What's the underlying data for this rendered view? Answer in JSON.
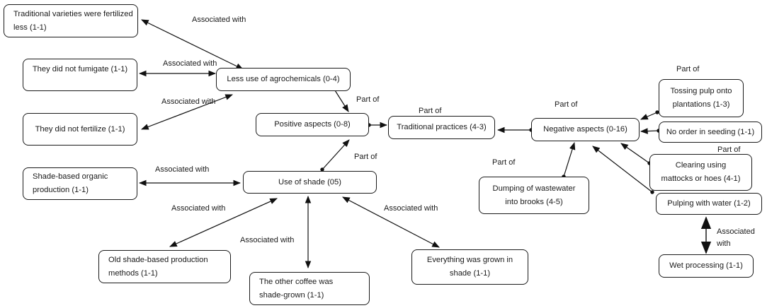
{
  "diagram": {
    "nodes": {
      "trad_varieties": "Traditional varieties were fertilized less (1-1)",
      "no_fumigate": "They did not fumigate (1-1)",
      "no_fertilize": "They did not fertilize (1-1)",
      "less_agro": "Less use of agrochemicals (0-4)",
      "positive": "Positive aspects (0-8)",
      "traditional": "Traditional practices (4-3)",
      "negative": "Negative aspects (0-16)",
      "tossing_pulp": "Tossing pulp onto plantations (1-3)",
      "no_order": "No order in seeding (1-1)",
      "clearing": "Clearing using mattocks or hoes (4-1)",
      "pulping": "Pulping with water (1-2)",
      "wet_processing": "Wet processing (1-1)",
      "dumping": "Dumping of wastewater into brooks (4-5)",
      "shade_organic": "Shade-based organic production (1-1)",
      "use_shade": "Use of shade (05)",
      "old_shade": "Old shade-based production methods (1-1)",
      "other_coffee": "The other coffee was shade-grown (1-1)",
      "everything_shade": "Everything was grown in shade (1-1)"
    },
    "edge_labels": {
      "assoc_trad": "Associated with",
      "assoc_fumigate": "Associated with",
      "assoc_fertilize": "Associated with",
      "partof_less_agro": "Part of",
      "partof_positive": "Part of",
      "partof_negative": "Part of",
      "partof_tossing": "Part of",
      "partof_clearing": "Part of",
      "partof_dumping": "Part of",
      "partof_shade": "Part of",
      "assoc_organic": "Associated with",
      "assoc_old": "Associated with",
      "assoc_other": "Associated with",
      "assoc_everything": "Associated with",
      "assoc_wet_1": "Associated",
      "assoc_wet_2": "with"
    },
    "edges": [
      {
        "from": "trad_varieties",
        "to": "less_agro",
        "type": "associated"
      },
      {
        "from": "no_fumigate",
        "to": "less_agro",
        "type": "associated"
      },
      {
        "from": "no_fertilize",
        "to": "less_agro",
        "type": "associated"
      },
      {
        "from": "less_agro",
        "to": "positive",
        "type": "part-of"
      },
      {
        "from": "use_shade",
        "to": "positive",
        "type": "part-of"
      },
      {
        "from": "positive",
        "to": "traditional",
        "type": "part-of"
      },
      {
        "from": "negative",
        "to": "traditional",
        "type": "part-of"
      },
      {
        "from": "tossing_pulp",
        "to": "negative",
        "type": "part-of"
      },
      {
        "from": "no_order",
        "to": "negative",
        "type": "part-of"
      },
      {
        "from": "clearing",
        "to": "negative",
        "type": "part-of"
      },
      {
        "from": "pulping",
        "to": "negative",
        "type": "part-of"
      },
      {
        "from": "dumping",
        "to": "negative",
        "type": "part-of"
      },
      {
        "from": "pulping",
        "to": "wet_processing",
        "type": "associated"
      },
      {
        "from": "shade_organic",
        "to": "use_shade",
        "type": "associated"
      },
      {
        "from": "old_shade",
        "to": "use_shade",
        "type": "associated"
      },
      {
        "from": "other_coffee",
        "to": "use_shade",
        "type": "associated"
      },
      {
        "from": "everything_shade",
        "to": "use_shade",
        "type": "associated"
      }
    ]
  }
}
